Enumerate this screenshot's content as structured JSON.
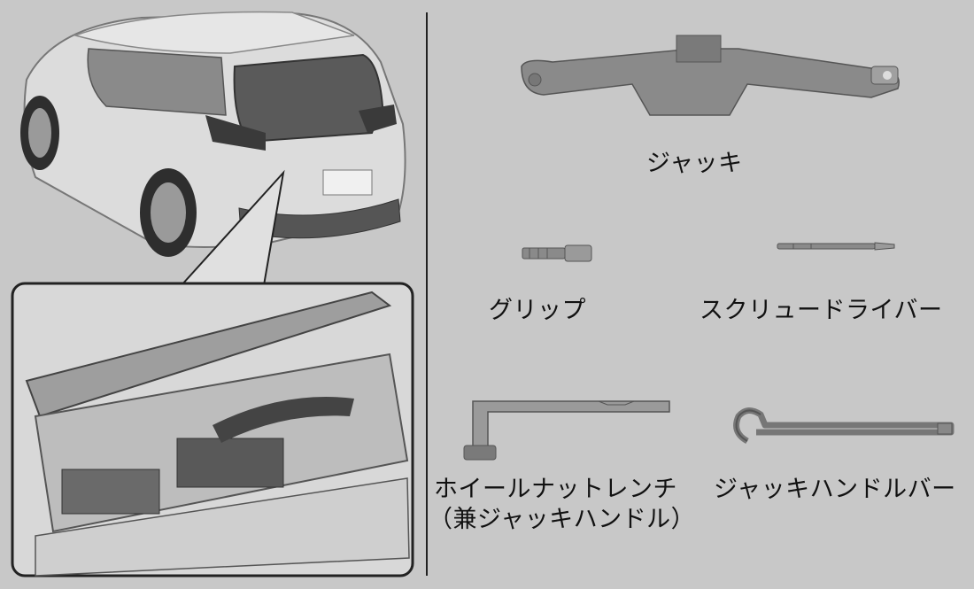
{
  "labels": {
    "jack": "ジャッキ",
    "grip": "グリップ",
    "screwdriver": "スクリュードライバー",
    "wrench_line1": "ホイールナットレンチ",
    "wrench_line2": "（兼ジャッキハンドル）",
    "jack_handle_bar": "ジャッキハンドルバー"
  },
  "colors": {
    "background": "#c8c8c8",
    "car_body": "#d9d9d9",
    "dark": "#333333"
  }
}
